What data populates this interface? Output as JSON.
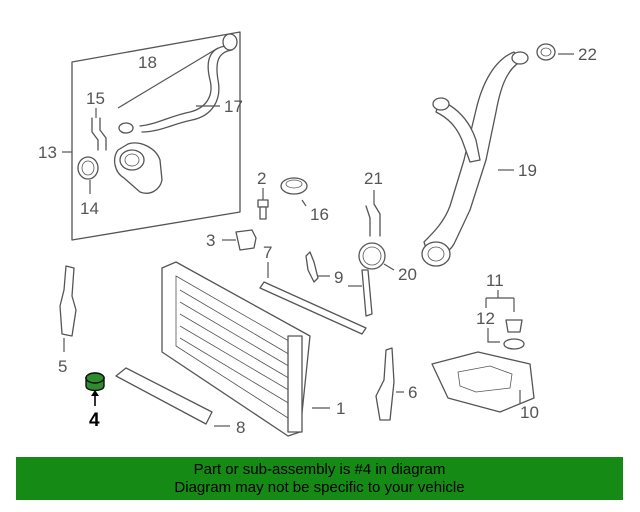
{
  "callouts": {
    "c1": "1",
    "c2": "2",
    "c3": "3",
    "c4": "4",
    "c5": "5",
    "c6": "6",
    "c7": "7",
    "c8": "8",
    "c9": "9",
    "c10": "10",
    "c11": "11",
    "c12": "12",
    "c13": "13",
    "c14": "14",
    "c15": "15",
    "c16": "16",
    "c17": "17",
    "c18": "18",
    "c19": "19",
    "c20": "20",
    "c21": "21",
    "c22": "22"
  },
  "highlighted_part": "4",
  "banner": {
    "line1": "Part or sub-assembly is #4 in diagram",
    "line2": "Diagram may not be specific to your vehicle"
  },
  "colors": {
    "banner_bg": "#158a15",
    "highlight_part": "#2e8b2e",
    "line_art": "#555555"
  }
}
